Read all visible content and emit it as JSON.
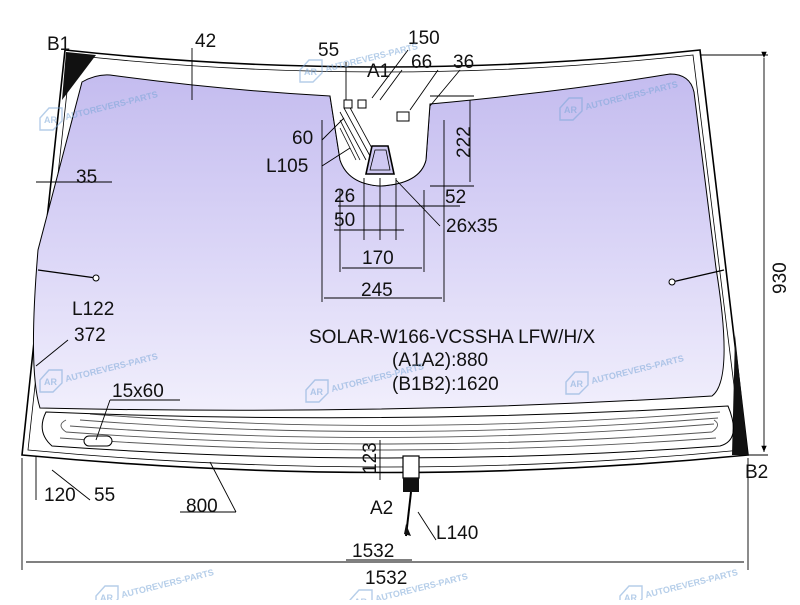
{
  "markers": {
    "b1": "B1",
    "b2": "B2",
    "a1": "A1",
    "a2": "A2"
  },
  "dimensions": {
    "top_42": "42",
    "top_55": "55",
    "top_150": "150",
    "top_66": "66",
    "top_36": "36",
    "d_60": "60",
    "d_l105": "L105",
    "d_222": "222",
    "d_35": "35",
    "d_26": "26",
    "d_52": "52",
    "d_50": "50",
    "d_26x35": "26x35",
    "d_170": "170",
    "d_245": "245",
    "d_930": "930",
    "d_l122": "L122",
    "d_372": "372",
    "d_15x60": "15x60",
    "d_123": "123",
    "d_120": "120",
    "d_55b": "55",
    "d_800": "800",
    "d_l140": "L140",
    "d_1532": "1532",
    "d_1532_wide": "1532"
  },
  "spec": {
    "code": "SOLAR-W166-VCSSHA LFW/H/X",
    "a1a2": "(A1A2):880",
    "b1b2": "(B1B2):1620"
  },
  "watermark": {
    "text": "AUTOREVERS-PARTS",
    "logo": "AR"
  },
  "colors": {
    "glass_top": "#c9c2f0",
    "glass_bottom": "#ece9fb",
    "black_ceramic": "#111111",
    "outline": "#000000",
    "watermark": "#7aa7d8"
  }
}
